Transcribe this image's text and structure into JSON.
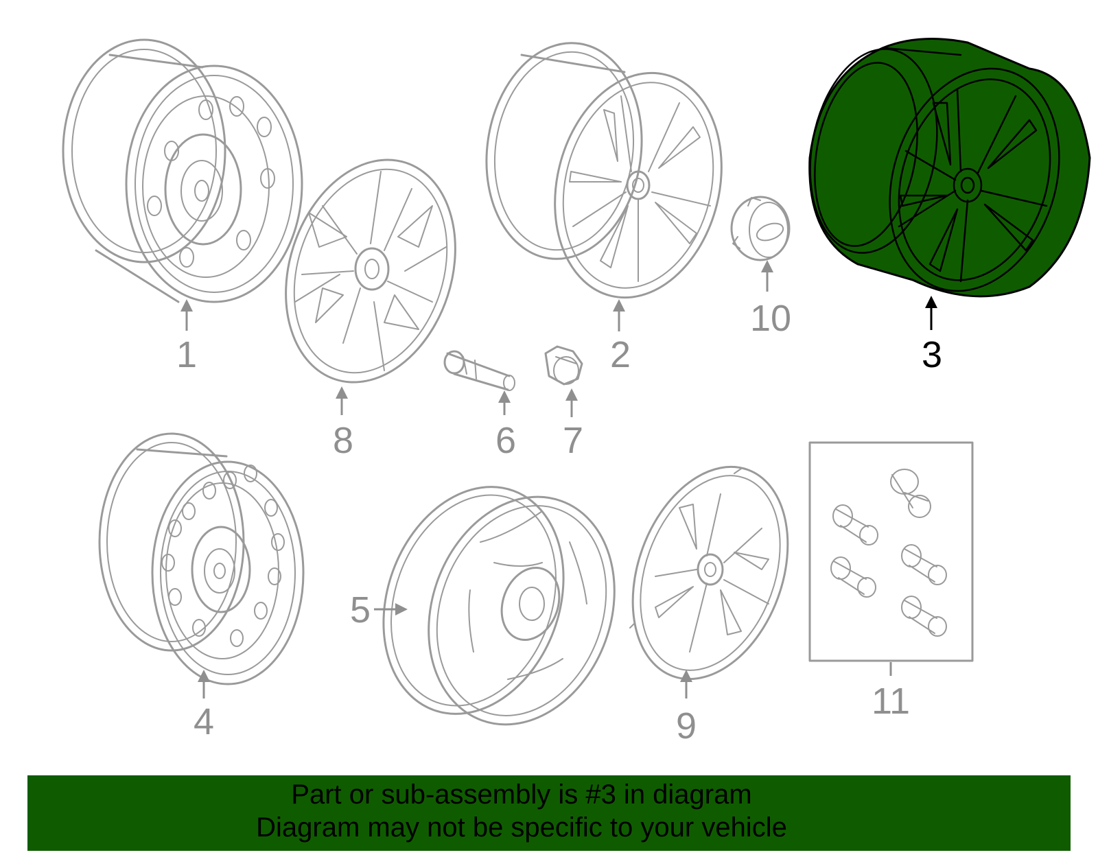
{
  "highlight_color": "#0f5c00",
  "line_color": "#9a9a9a",
  "callouts": {
    "c1": "1",
    "c2": "2",
    "c3": "3",
    "c4": "4",
    "c5": "5",
    "c6": "6",
    "c7": "7",
    "c8": "8",
    "c9": "9",
    "c10": "10",
    "c11": "11"
  },
  "highlighted_part": "3",
  "banner": {
    "line1": "Part or sub-assembly is #3 in diagram",
    "line2": "Diagram may not be specific to your vehicle"
  }
}
